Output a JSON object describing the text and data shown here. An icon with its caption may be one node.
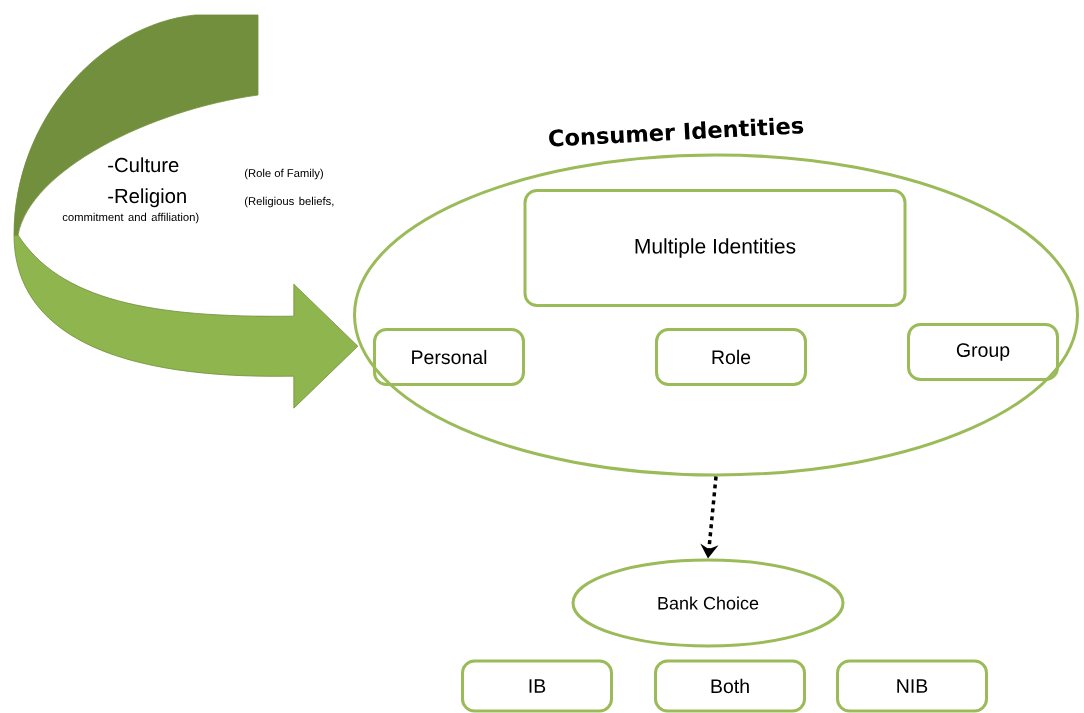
{
  "diagram": {
    "nodes": [
      {
        "text": [
          "Consumer Identities"
        ]
      },
      {
        "text": [
          "Multiple Identities"
        ],
        "in": 0
      },
      {
        "text": [
          "Personal"
        ],
        "in": 0
      },
      {
        "text": [
          "Role"
        ],
        "in": 0
      },
      {
        "text": [
          "Group"
        ],
        "in": 0
      },
      {
        "text": [
          "Bank Choice"
        ]
      },
      {
        "text": [
          "IB"
        ]
      },
      {
        "text": [
          "Both"
        ]
      },
      {
        "text": [
          "NIB"
        ]
      }
    ],
    "edges": [
      {
        "from": 0,
        "to": 5,
        "arrow": "to",
        "style": "dashed",
        "color": "#000000"
      },
      {
        "from": null,
        "to": 0,
        "arrow": "to"
      }
    ],
    "labels": [
      "-Culture",
      "(Role of Family)",
      "-Religion",
      "(Religious beliefs, commitment and affiliation)"
    ]
  }
}
